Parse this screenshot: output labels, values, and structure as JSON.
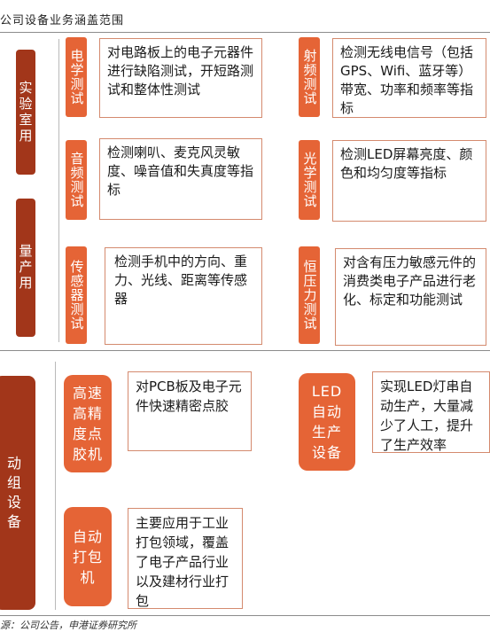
{
  "title": "公司设备业务涵盖范围",
  "categories": {
    "lab": "实验室用",
    "mass": "量产用",
    "auto": "动组设备"
  },
  "items": [
    {
      "label": "电学测试",
      "desc": "对电路板上的电子元器件进行缺陷测试，开短路测试和整体性测试"
    },
    {
      "label": "射频测试",
      "desc": "检测无线电信号（包括GPS、Wifi、蓝牙等）带宽、功率和频率等指标"
    },
    {
      "label": "音频测试",
      "desc": "检测喇叭、麦克风灵敏度、噪音值和失真度等指标"
    },
    {
      "label": "光学测试",
      "desc": "检测LED屏幕亮度、颜色和均匀度等指标"
    },
    {
      "label": "传感器测试",
      "desc": "检测手机中的方向、重力、光线、距离等传感器"
    },
    {
      "label": "恒压力测试",
      "desc": "对含有压力敏感元件的消费类电子产品进行老化、标定和功能测试"
    },
    {
      "label": "高速高精度点胶机",
      "desc": "对PCB板及电子元件快速精密点胶"
    },
    {
      "label": "LED自动生产设备",
      "desc": "实现LED灯串自动生产，大量减少了人工，提升了生产效率"
    },
    {
      "label": "自动打包机",
      "desc": "主要应用于工业打包领域，覆盖了电子产品行业以及建材行业打包"
    }
  ],
  "footer": "源：公司公告，申港证券研究所"
}
